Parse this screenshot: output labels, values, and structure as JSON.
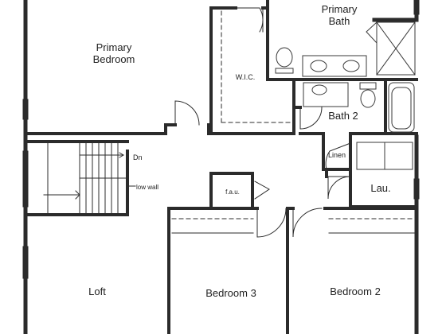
{
  "rooms": {
    "primary_bedroom": [
      "Primary",
      "Bedroom"
    ],
    "primary_bath": [
      "Primary",
      "Bath"
    ],
    "wic": "W.I.C.",
    "bath_2": "Bath 2",
    "linen": "Linen",
    "laundry": "Lau.",
    "fau": "f.a.u.",
    "loft": "Loft",
    "bedroom_3": "Bedroom 3",
    "bedroom_2": "Bedroom 2"
  },
  "annotations": {
    "stair_down": "Dn",
    "low_wall": "low wall"
  },
  "colors": {
    "wall": "#2b2b2b",
    "fixture": "#3a3a3a",
    "background": "#ffffff"
  }
}
